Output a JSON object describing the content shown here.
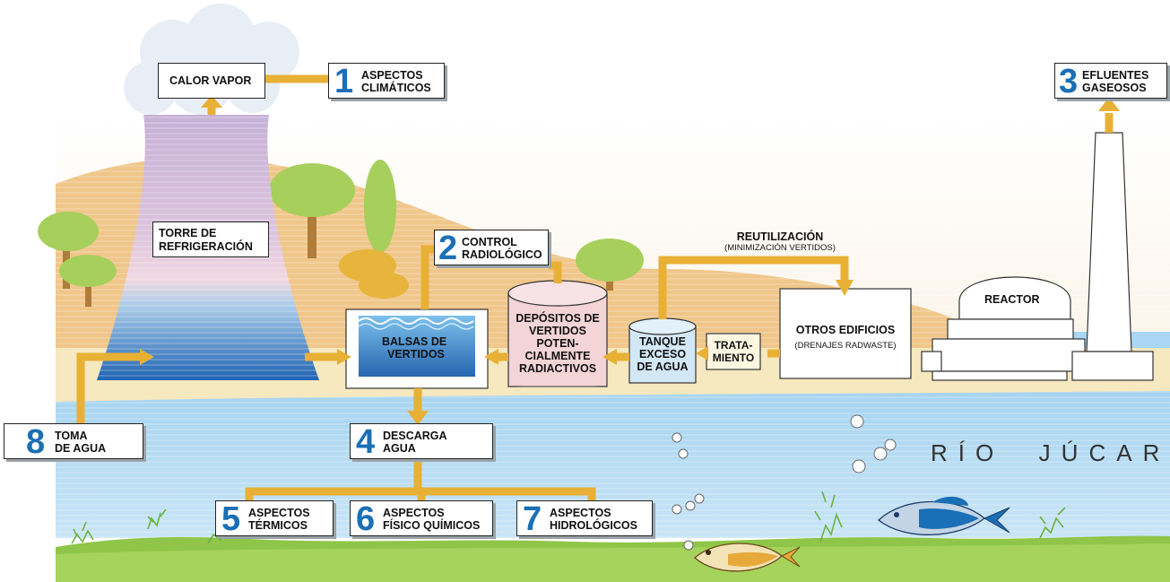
{
  "labels": {
    "calor_vapor": "CALOR VAPOR",
    "torre_line1": "TORRE DE",
    "torre_line2": "REFRIGERACIÓN",
    "balsas_line1": "BALSAS DE",
    "balsas_line2": "VERTIDOS",
    "depositos_line1": "DEPÓSITOS DE",
    "depositos_line2": "VERTIDOS",
    "depositos_line3": "POTEN-",
    "depositos_line4": "CIALMENTE",
    "depositos_line5": "RADIACTIVOS",
    "tanque_line1": "TANQUE",
    "tanque_line2": "EXCESO",
    "tanque_line3": "DE AGUA",
    "tratamiento_line1": "TRATA-",
    "tratamiento_line2": "MIENTO",
    "otros_line1": "OTROS EDIFICIOS",
    "otros_line2": "(DRENAJES RADWASTE)",
    "reactor": "REACTOR",
    "reutilizacion_line1": "REUTILIZACIÓN",
    "reutilizacion_line2": "(MINIMIZACIÓN VERTIDOS)",
    "river": "RÍO  JÚCAR"
  },
  "aspects": [
    {
      "num": "1",
      "line1": "ASPECTOS",
      "line2": "CLIMÁTICOS"
    },
    {
      "num": "2",
      "line1": "CONTROL",
      "line2": "RADIOLÓGICO"
    },
    {
      "num": "3",
      "line1": "EFLUENTES",
      "line2": "GASEOSOS"
    },
    {
      "num": "4",
      "line1": "DESCARGA",
      "line2": "AGUA"
    },
    {
      "num": "5",
      "line1": "ASPECTOS",
      "line2": "TÉRMICOS"
    },
    {
      "num": "6",
      "line1": "ASPECTOS",
      "line2": "FÍSICO QUÍMICOS"
    },
    {
      "num": "7",
      "line1": "ASPECTOS",
      "line2": "HIDROLÓGICOS"
    },
    {
      "num": "8",
      "line1": "TOMA",
      "line2": "DE AGUA"
    }
  ],
  "colors": {
    "arrow": "#e8b135",
    "number": "#1a6fb6",
    "river": "#a9d6f2",
    "sand": "#f6e8bf",
    "hill": "#f0c68a",
    "deposit": "#f3d4d7",
    "tank": "#d3e8f6",
    "box_shadow": "#9aa3a8"
  }
}
